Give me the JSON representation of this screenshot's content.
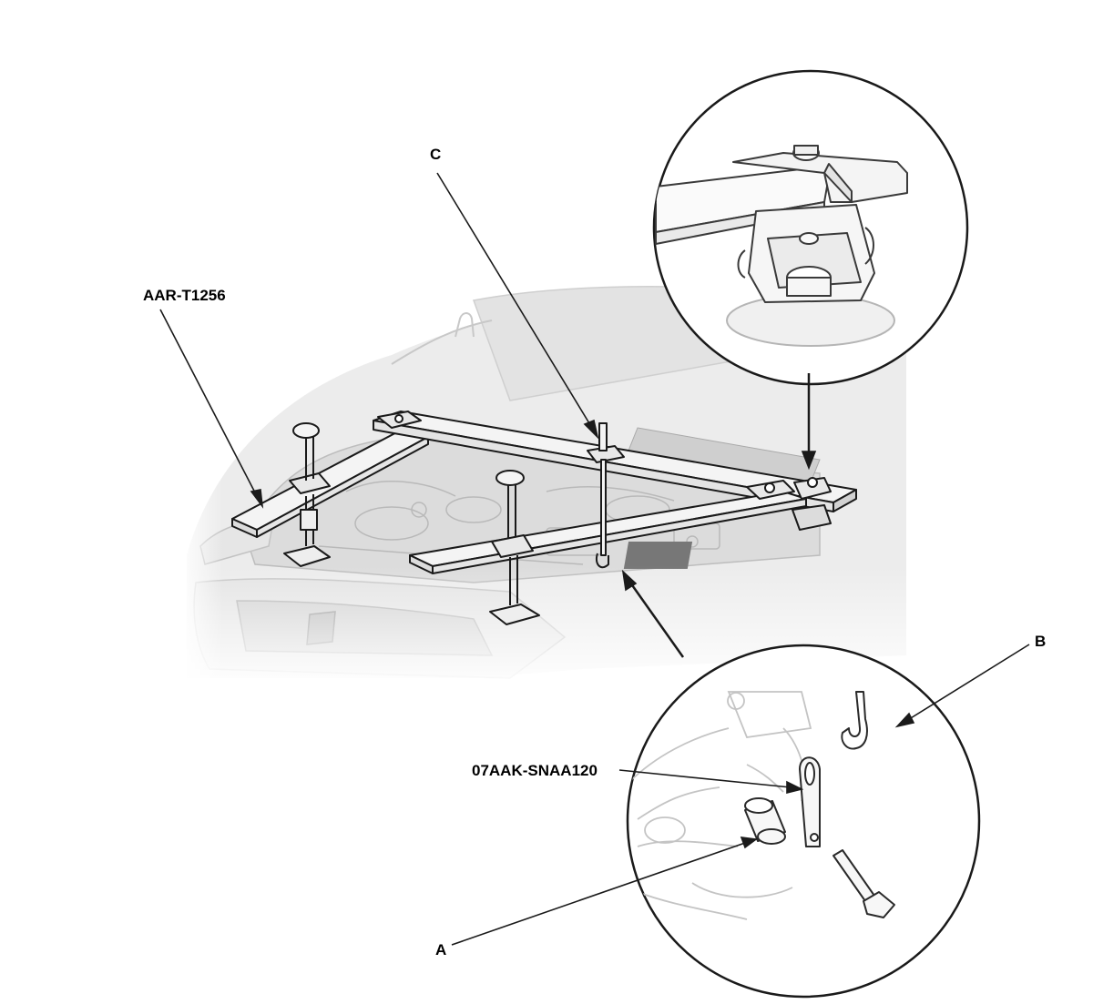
{
  "labels": {
    "aar": "AAR-T1256",
    "c": "C",
    "b": "B",
    "part": "07AAK-SNAA120",
    "a": "A"
  },
  "colors": {
    "line": "#1a1a1a",
    "bar_fill": "#f4f4f4",
    "engine_shade": "#dedede",
    "ghost": "#c9c9c9",
    "inset_line": "#3a3a3a"
  }
}
